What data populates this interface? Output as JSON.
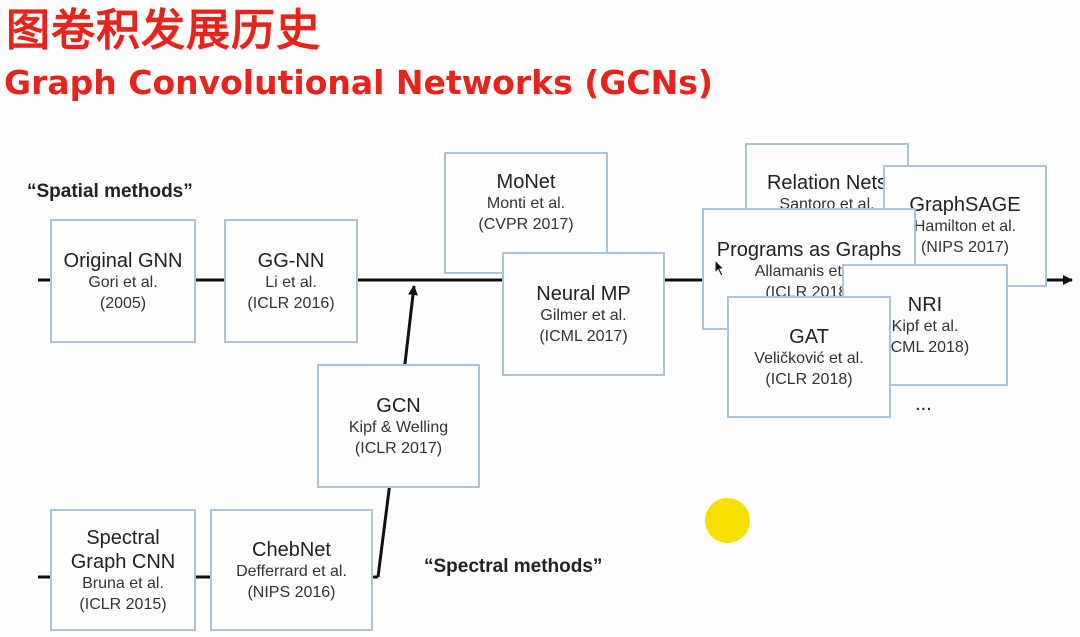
{
  "title_cn": "图卷积发展历史",
  "title_en": "Graph Convolutional Networks (GCNs)",
  "labels": {
    "spatial": "“Spatial methods”",
    "spectral": "“Spectral methods”",
    "ellipsis": "..."
  },
  "boxes": {
    "original_gnn": {
      "name": "Original GNN",
      "authors": "Gori et al.",
      "venue": "(2005)"
    },
    "gg_nn": {
      "name": "GG-NN",
      "authors": "Li et al.",
      "venue": "(ICLR 2016)"
    },
    "monet": {
      "name": "MoNet",
      "authors": "Monti et al.",
      "venue": "(CVPR 2017)"
    },
    "neural_mp": {
      "name": "Neural MP",
      "authors": "Gilmer et al.",
      "venue": "(ICML 2017)"
    },
    "gcn": {
      "name": "GCN",
      "authors": "Kipf & Welling",
      "venue": "(ICLR 2017)"
    },
    "spectral_cnn": {
      "name1": "Spectral",
      "name2": "Graph CNN",
      "authors": "Bruna et al.",
      "venue": "(ICLR 2015)"
    },
    "chebnet": {
      "name": "ChebNet",
      "authors": "Defferrard et al.",
      "venue": "(NIPS 2016)"
    },
    "relation_nets": {
      "name": "Relation Nets",
      "authors": "Santoro et al."
    },
    "graphsage": {
      "name": "GraphSAGE",
      "authors": "Hamilton et al.",
      "venue": "(NIPS 2017)"
    },
    "programs": {
      "name": "Programs as Graphs",
      "authors": "Allamanis et al.",
      "venue": "(ICLR 2018)"
    },
    "nri": {
      "name": "NRI",
      "authors": "Kipf et al.",
      "venue": "(ICML 2018)"
    },
    "gat": {
      "name": "GAT",
      "authors": "Veličković et al.",
      "venue": "(ICLR 2018)"
    }
  },
  "colors": {
    "title": "#e8231b",
    "box_border": "#a9c3dc",
    "highlight_dot": "#f5e000"
  }
}
